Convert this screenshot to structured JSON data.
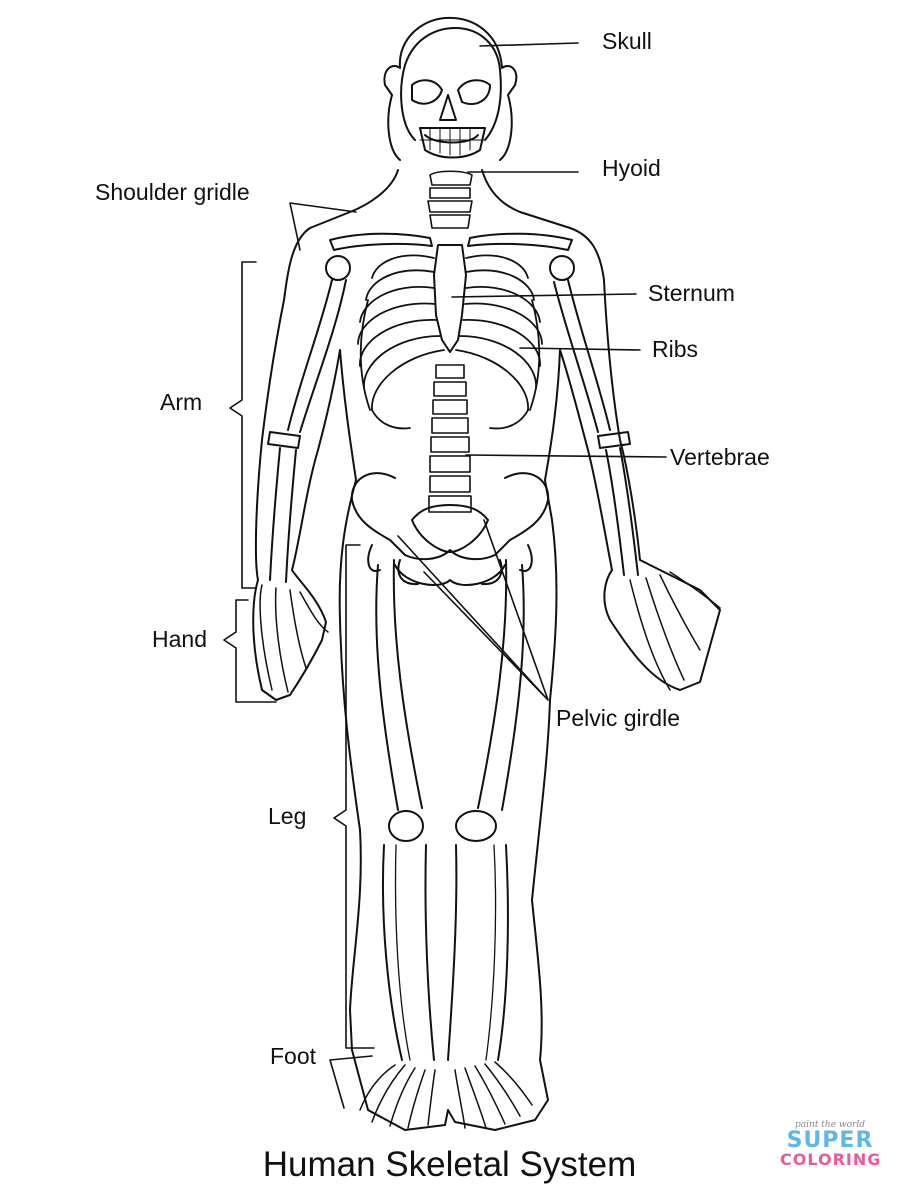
{
  "title": "Human Skeletal System",
  "labels": {
    "skull": "Skull",
    "hyoid": "Hyoid",
    "shoulder_girdle": "Shoulder gridle",
    "sternum": "Sternum",
    "ribs": "Ribs",
    "arm": "Arm",
    "vertebrae": "Vertebrae",
    "hand": "Hand",
    "pelvic_girdle": "Pelvic girdle",
    "leg": "Leg",
    "foot": "Foot"
  },
  "watermark": {
    "tagline": "paint the world",
    "word1": "SUPER",
    "word2": "COLORING"
  }
}
